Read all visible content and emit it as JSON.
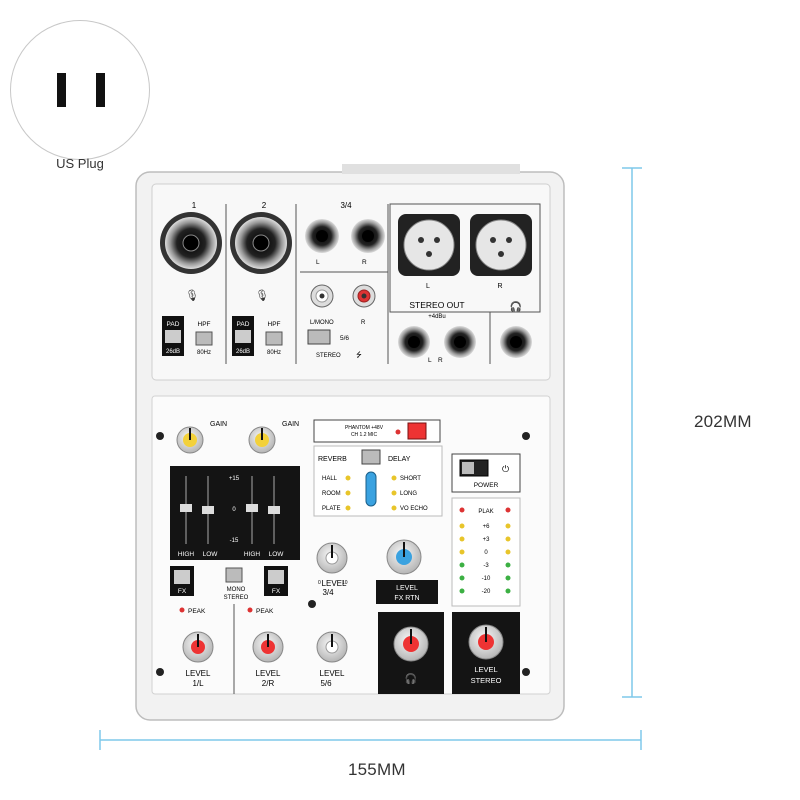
{
  "plug": {
    "caption": "US Plug"
  },
  "dimensions": {
    "height": "202MM",
    "width": "155MM"
  },
  "colors": {
    "dim_line": "#7fc8ea",
    "panel": "#ececec",
    "black": "#111111"
  },
  "mixer": {
    "ch1": "1",
    "ch2": "2",
    "ch34": "3/4",
    "l": "L",
    "r": "R",
    "pad": "PAD",
    "pad_db": "26dB",
    "hpf": "HPF",
    "hpf_hz": "80Hz",
    "l_mono": "L/MONO",
    "ch56": "5/6",
    "stereo": "STEREO",
    "stereo_out": "STEREO OUT",
    "stereo_out_level": "+4dBu",
    "gain": "GAIN",
    "phantom": "PHANTOM +48V",
    "phantom_sub": "CH 1.2 MIC",
    "reverb": "REVERB",
    "delay": "DELAY",
    "hall": "HALL",
    "short": "SHORT",
    "room": "ROOM",
    "long": "LONG",
    "plate": "PLATE",
    "vo_echo": "VO ECHO",
    "power": "POWER",
    "peak_meter": "PLAK",
    "meter_scale": [
      "+6",
      "+3",
      "0",
      "-3",
      "-10",
      "-20"
    ],
    "eq_top": "+15",
    "eq_mid": "0",
    "eq_bot": "-15",
    "high": "HIGH",
    "low": "LOW",
    "fx": "FX",
    "mono": "MONO",
    "peak": "PEAK",
    "level": "LEVEL",
    "ch_1l": "1/L",
    "ch_2r": "2/R",
    "ch_56": "5/6",
    "ch_34": "3/4",
    "fx_rtn": "FX RTN",
    "stereo_level": "STEREO",
    "knob_min": "0",
    "knob_max": "10"
  }
}
